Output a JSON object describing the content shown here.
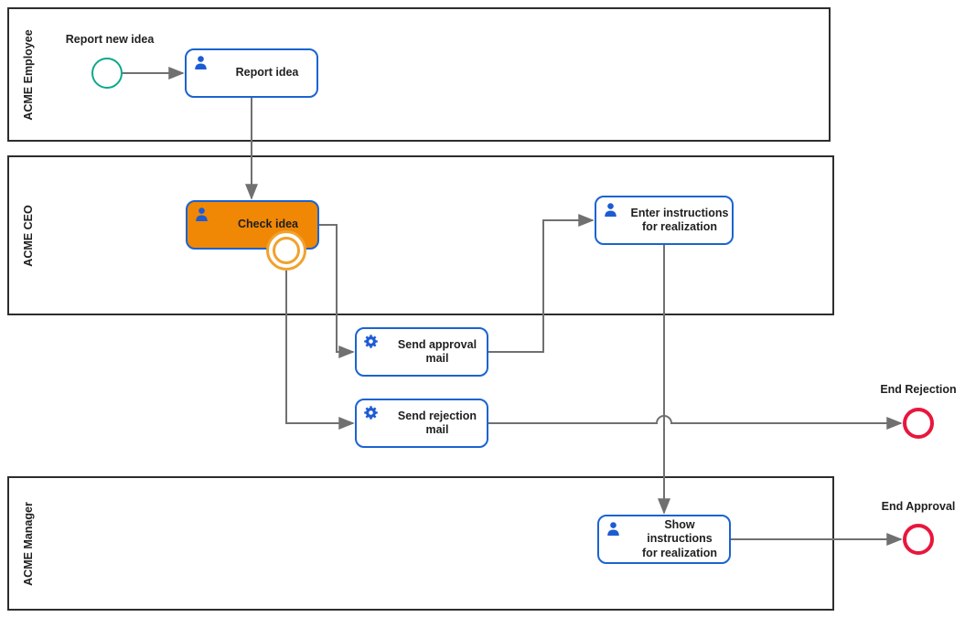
{
  "colors": {
    "task_border_blue": "#1b63d1",
    "icon_blue": "#1d5bd4",
    "highlight_orange": "#f08705",
    "boundary_amber": "#f0a22e",
    "start_green": "#0da88c",
    "end_red": "#e8173d",
    "flow_gray": "#707070",
    "lane_border": "#2d2d2d",
    "text_dark": "#1f1f1f"
  },
  "lanes": [
    {
      "label": "ACME Employee"
    },
    {
      "label": "ACME CEO"
    },
    {
      "label": "ACME Manager"
    }
  ],
  "events": {
    "start": {
      "label": "Report new idea"
    },
    "boundary": {
      "label": ""
    },
    "end_rejection": {
      "label": "End Rejection"
    },
    "end_approval": {
      "label": "End Approval"
    }
  },
  "tasks": [
    {
      "id": "report-idea",
      "type": "user",
      "label": "Report idea"
    },
    {
      "id": "check-idea",
      "type": "user",
      "label": "Check idea",
      "highlighted": true
    },
    {
      "id": "enter-instructions",
      "type": "user",
      "label": "Enter instructions\nfor realization"
    },
    {
      "id": "send-approval-mail",
      "type": "service",
      "label": "Send approval\nmail"
    },
    {
      "id": "send-rejection-mail",
      "type": "service",
      "label": "Send rejection\nmail"
    },
    {
      "id": "show-instructions",
      "type": "user",
      "label": "Show instructions\nfor realization"
    }
  ]
}
